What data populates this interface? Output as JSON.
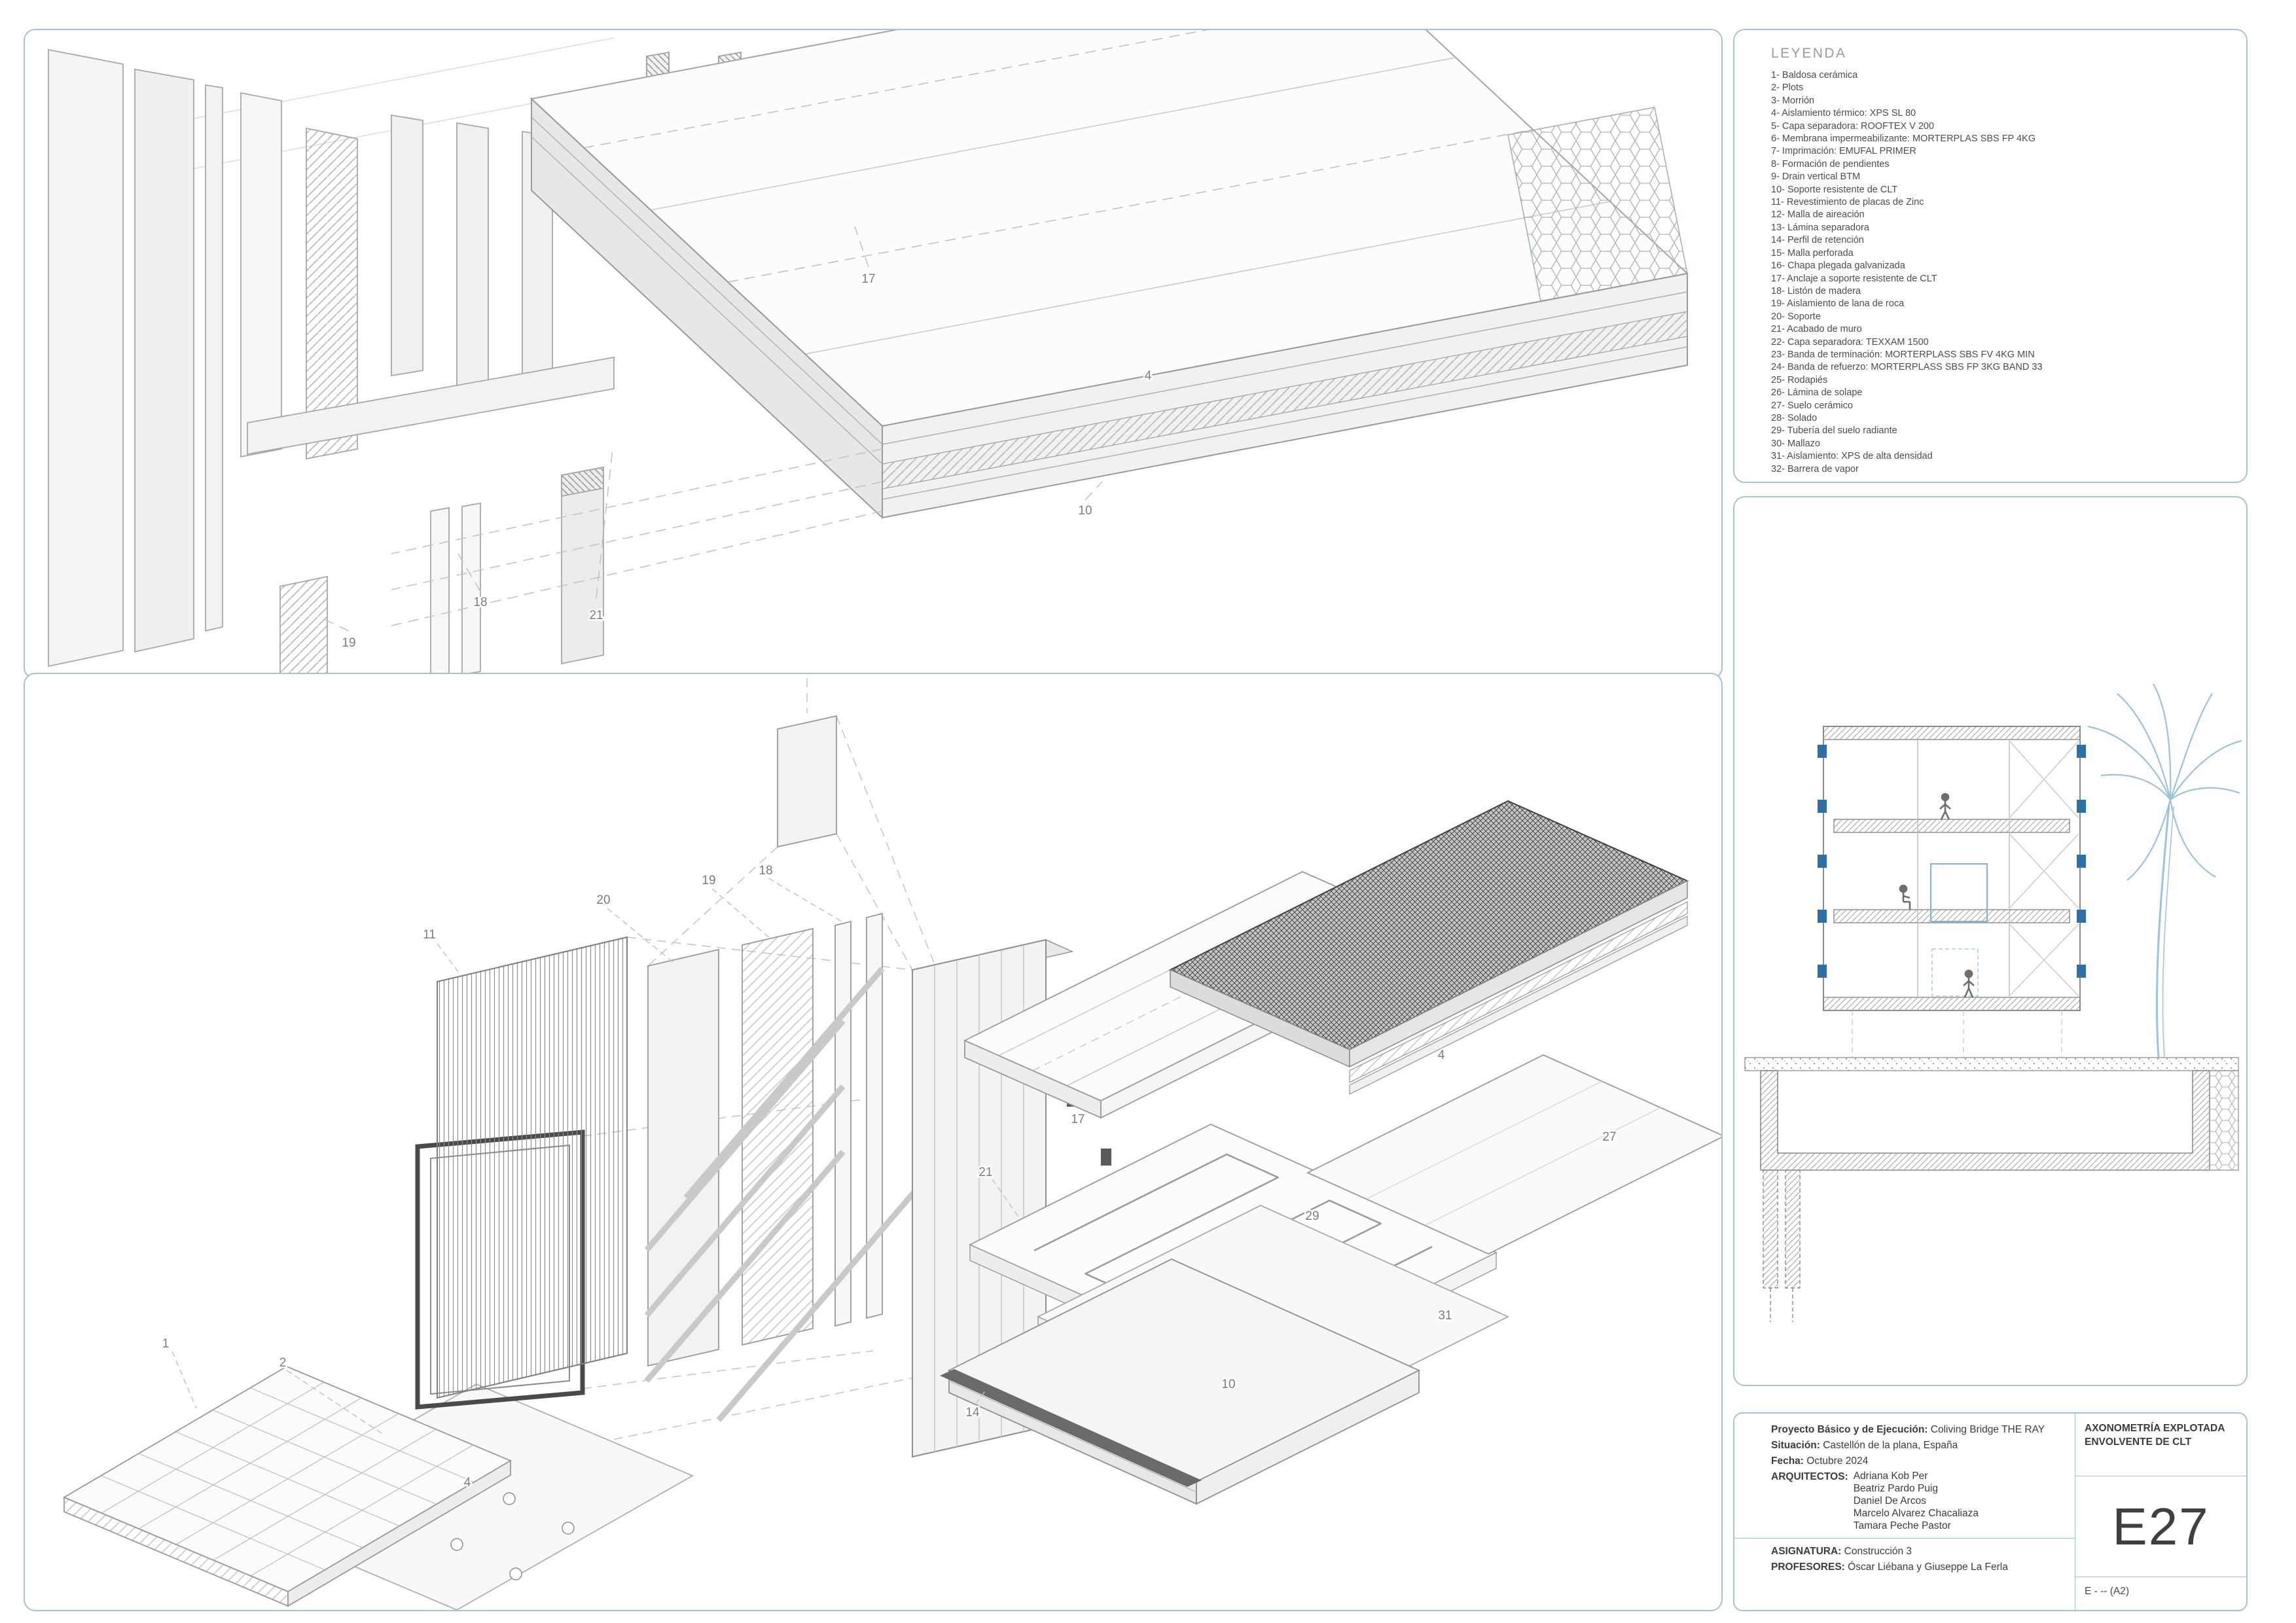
{
  "sheet": {
    "background": "#ffffff",
    "panel_border_color": "#a9c2d1",
    "accent_blue": "#2e6fa8",
    "palm_blue": "#9cc3db"
  },
  "legend": {
    "title": "LEYENDA",
    "items": [
      "1- Baldosa cerámica",
      "2- Plots",
      "3- Morrión",
      "4- Aislamiento térmico: XPS SL 80",
      "5- Capa separadora: ROOFTEX V 200",
      "6- Membrana impermeabilizante: MORTERPLAS SBS FP 4KG",
      "7- Imprimación: EMUFAL PRIMER",
      "8- Formación de pendientes",
      "9- Drain vertical BTM",
      "10- Soporte resistente de CLT",
      "11- Revestimiento de placas de Zinc",
      "12- Malla de aireación",
      "13- Lámina separadora",
      "14- Perfil de retención",
      "15- Malla perforada",
      "16- Chapa plegada galvanizada",
      "17- Anclaje a soporte resistente de CLT",
      "18- Listón de madera",
      "19- Aislamiento de lana de roca",
      "20- Soporte",
      "21- Acabado de muro",
      "22- Capa separadora: TEXXAM 1500",
      "23- Banda de terminación: MORTERPLASS SBS FV 4KG MIN",
      "24- Banda de refuerzo: MORTERPLASS SBS FP 3KG BAND 33",
      "25- Rodapiés",
      "26- Lámina de solape",
      "27- Suelo cerámico",
      "28- Solado",
      "29- Tubería del suelo radiante",
      "30- Mallazo",
      "31- Aislamiento: XPS de alta densidad",
      "32- Barrera de vapor"
    ]
  },
  "top_axo": {
    "callouts": [
      "17",
      "4",
      "10",
      "18",
      "21",
      "19"
    ]
  },
  "exploded_axo": {
    "callouts": [
      "11",
      "20",
      "19",
      "18",
      "17",
      "4",
      "21",
      "29",
      "27",
      "31",
      "10",
      "14",
      "1",
      "2",
      "4"
    ]
  },
  "titleblock": {
    "project_label": "Proyecto Básico y de Ejecución:",
    "project_value": "Coliving Bridge THE RAY",
    "situacion_label": "Situación:",
    "situacion_value": "Castellón de la plana, España",
    "fecha_label": "Fecha:",
    "fecha_value": "Octubre 2024",
    "arquitectos_label": "ARQUITECTOS:",
    "arquitectos": [
      "Adriana Kob Per",
      "Beatriz Pardo Puig",
      "Daniel De Arcos",
      "Marcelo Alvarez Chacaliaza",
      "Tamara Peche Pastor"
    ],
    "asignatura_label": "ASIGNATURA:",
    "asignatura_value": "Construcción 3",
    "profesores_label": "PROFESORES:",
    "profesores_value": "Óscar Liébana y Giuseppe La Ferla",
    "drawing_title_line1": "AXONOMETRÍA EXPLOTADA",
    "drawing_title_line2": "ENVOLVENTE DE CLT",
    "sheet_code": "E27",
    "scale_note": "E - -- (A2)"
  }
}
